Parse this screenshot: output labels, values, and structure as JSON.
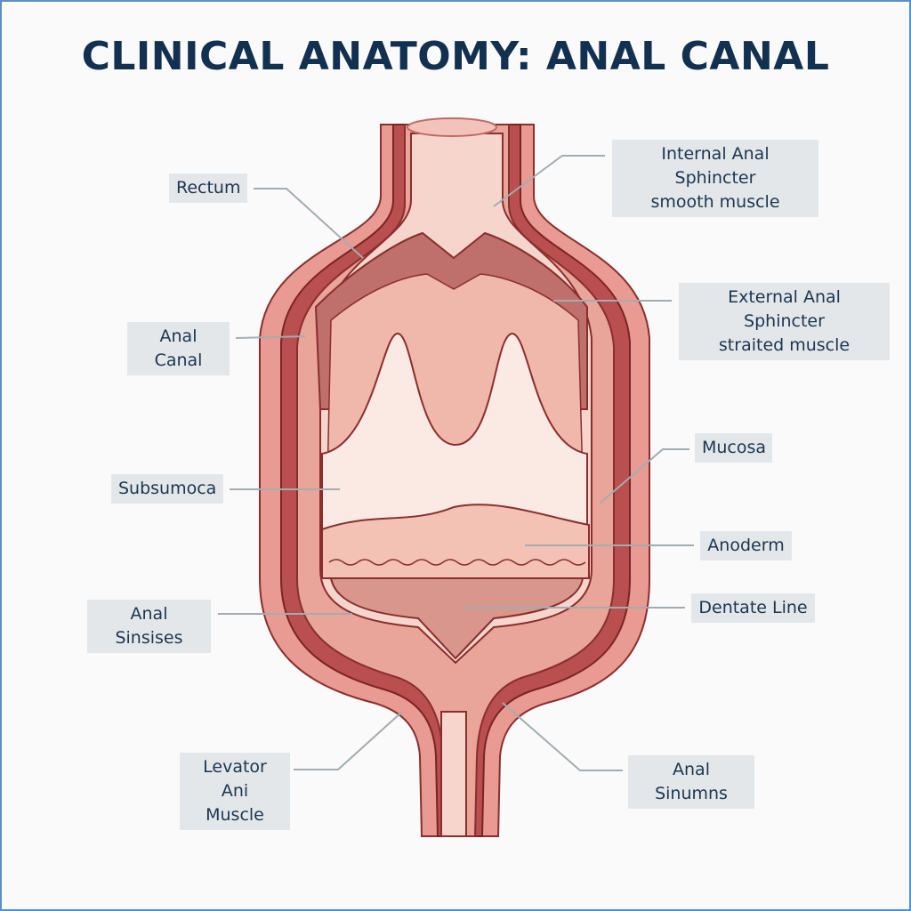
{
  "title": "CLINICAL ANATOMY: ANAL CANAL",
  "labels": {
    "rectum": "Rectum",
    "internal_sphincter_1": "Internal Anal Sphincter",
    "internal_sphincter_2": "smooth muscle",
    "external_sphincter_1": "External Anal Sphincter",
    "external_sphincter_2": "straited muscle",
    "anal_canal": "Anal Canal",
    "mucosa": "Mucosa",
    "subsumoca": "Subsumoca",
    "anoderm": "Anoderm",
    "anal_sinsises": "Anal Sinsises",
    "dentate_line": "Dentate Line",
    "levator_1": "Levator Ani",
    "levator_2": "Muscle",
    "anal_sinumns": "Anal Sinumns"
  },
  "colors": {
    "title": "#12304f",
    "outer": "#e7968f",
    "muscle": "#b8504f",
    "mucosa": "#f2c3b8",
    "line": "#9aa3a8"
  }
}
